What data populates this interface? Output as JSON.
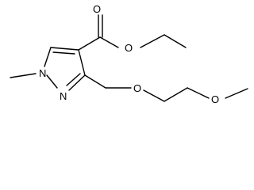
{
  "molecule": {
    "labels": {
      "carbonyl_oxygen": "O",
      "ester_oxygen": "O",
      "ring_nitrogen_1": "N",
      "ring_nitrogen_2": "N",
      "ether_oxygen_1": "O",
      "ether_oxygen_2": "O"
    }
  },
  "colors": {
    "bond": "#000000",
    "background": "#ffffff"
  }
}
